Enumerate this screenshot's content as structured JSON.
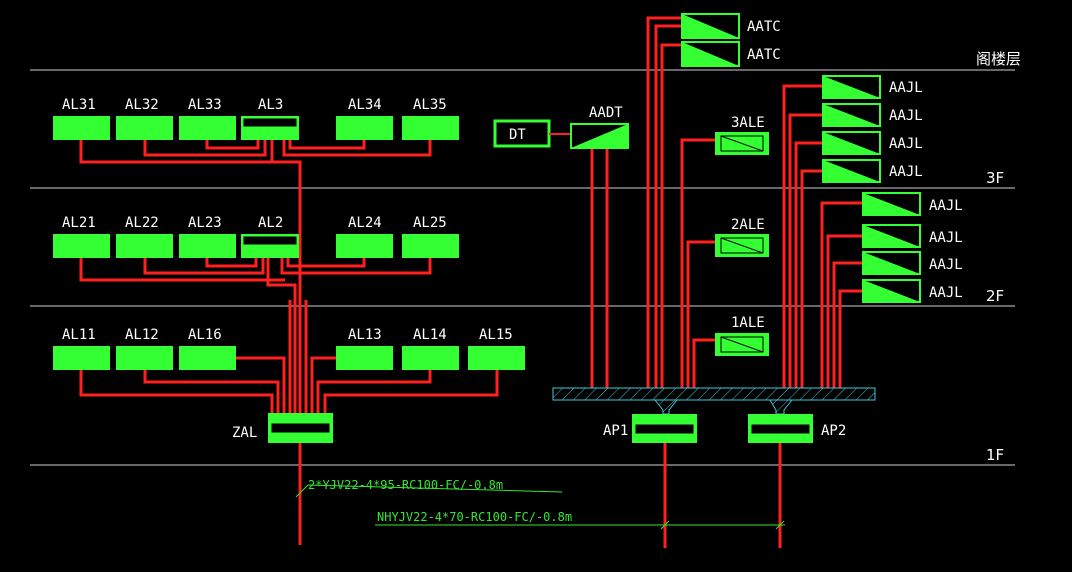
{
  "floors": {
    "loft": "阁楼层",
    "f3": "3F",
    "f2": "2F",
    "f1": "1F"
  },
  "panels": {
    "al31": "AL31",
    "al32": "AL32",
    "al33": "AL33",
    "al3": "AL3",
    "al34": "AL34",
    "al35": "AL35",
    "al21": "AL21",
    "al22": "AL22",
    "al23": "AL23",
    "al2": "AL2",
    "al24": "AL24",
    "al25": "AL25",
    "al11": "AL11",
    "al12": "AL12",
    "al16": "AL16",
    "al13": "AL13",
    "al14": "AL14",
    "al15": "AL15",
    "zal": "ZAL",
    "dt": "DT",
    "aadt": "AADT",
    "ale3": "3ALE",
    "ale2": "2ALE",
    "ale1": "1ALE",
    "aatc1": "AATC",
    "aatc2": "AATC",
    "aajl": [
      "AAJL",
      "AAJL",
      "AAJL",
      "AAJL",
      "AAJL",
      "AAJL",
      "AAJL",
      "AAJL"
    ],
    "ap1": "AP1",
    "ap2": "AP2"
  },
  "cables": {
    "zal_feed": "2*YJV22-4*95-RC100-FC/-0.8m",
    "ap_feed": "NHYJV22-4*70-RC100-FC/-0.8m"
  },
  "colors": {
    "background": "#000000",
    "panel_fill": "#33ff33",
    "cable_red": "#ff2020",
    "floor_line": "#cfcfcf",
    "busbar": "#40c8d8"
  }
}
